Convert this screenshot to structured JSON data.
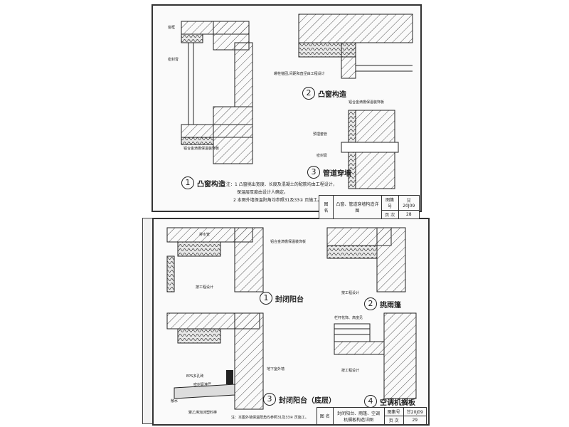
{
  "top_sheet": {
    "details": [
      {
        "num": "1",
        "title": "凸窗构造"
      },
      {
        "num": "2",
        "title": "凸窗构造"
      },
      {
        "num": "3",
        "title": "管道穿墙"
      }
    ],
    "callouts": [
      "窗框",
      "密封膏",
      "铝合金滴檐保温装饰板",
      "螺栓锚固,间距和直径由工程设计",
      "铝合金滴檐保温装饰板",
      "预埋套管",
      "密封膏"
    ],
    "notes": [
      "注：1 凸窗挑出宽度、长度及混凝土的配筋均由工程设计，",
      "保温层厚度由设计人确定。",
      "2 本图外墙保温阳角均参照31及33① 页施工。"
    ],
    "title_block": {
      "name_label": "图 名",
      "name": "凸窗、管道穿墙构造详图",
      "atlas_label": "图集号",
      "atlas": "甘20J09",
      "page_label": "页 次",
      "page": "28"
    }
  },
  "bottom_sheet": {
    "details": [
      {
        "num": "1",
        "title": "封闭阳台"
      },
      {
        "num": "2",
        "title": "挑雨篷"
      },
      {
        "num": "3",
        "title": "封闭阳台（底层）"
      },
      {
        "num": "4",
        "title": "空调机搁板"
      }
    ],
    "callouts": [
      "排水管",
      "按工程设计",
      "铝合金滴檐保温装饰板",
      "按工程设计",
      "栏杆花饰、高度见",
      "按工程设计",
      "地下室外墙",
      "EPS多孔砖",
      "密封膏灌严",
      "散水",
      "聚乙烯泡沫塑料棒"
    ],
    "note": "注：本图外墙保温阳角均参照31及33④ 页施工。",
    "title_block": {
      "name_label": "图 名",
      "name_line1": "封闭阳台、雨篷、空调",
      "name_line2": "机搁板构造详图",
      "atlas_label": "图集号",
      "atlas": "甘20J09",
      "page_label": "页 次",
      "page": "29"
    }
  }
}
